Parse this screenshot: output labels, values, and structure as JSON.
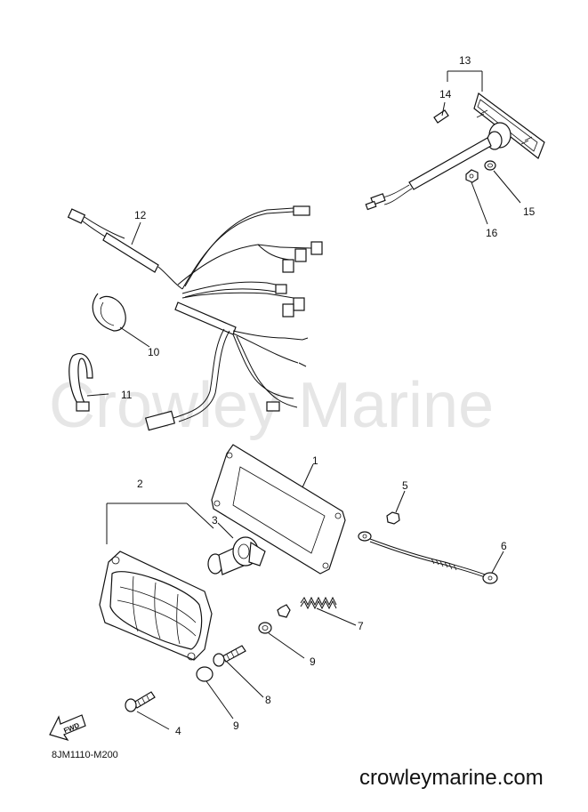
{
  "watermark": "Crowley Marine",
  "website": "crowleymarine.com",
  "diagram_code": "8JM1110-M200",
  "fwd_label": "FWD",
  "callouts": {
    "c1": "1",
    "c2": "2",
    "c3": "3",
    "c4": "4",
    "c5": "5",
    "c6": "6",
    "c7": "7",
    "c8": "8",
    "c9a": "9",
    "c9b": "9",
    "c10": "10",
    "c11": "11",
    "c12": "12",
    "c13": "13",
    "c14": "14",
    "c15": "15",
    "c16": "16"
  }
}
